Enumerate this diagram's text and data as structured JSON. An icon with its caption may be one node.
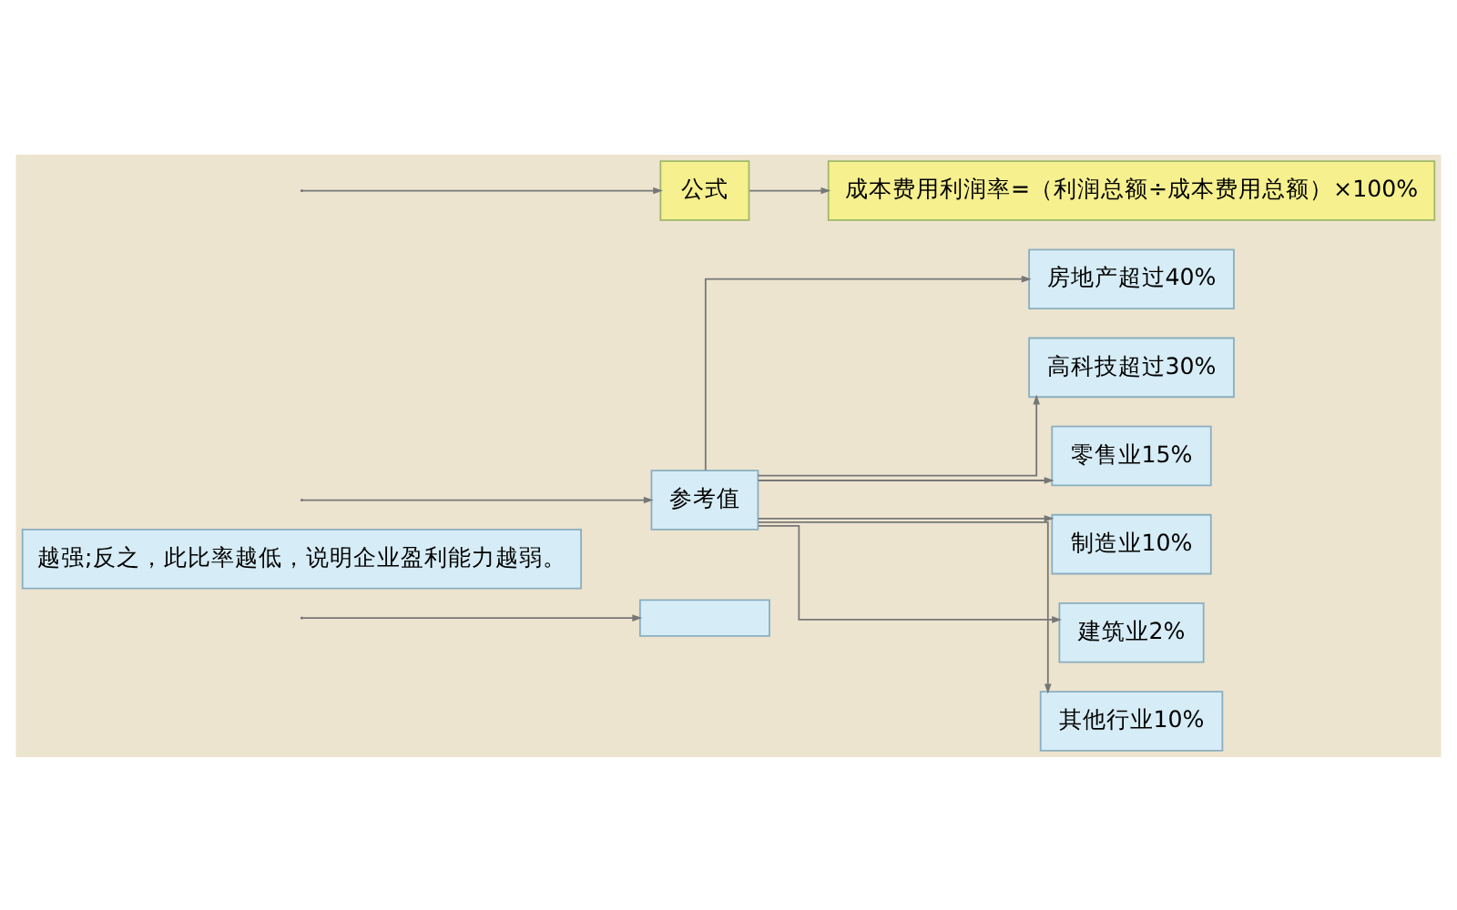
{
  "diagram": {
    "nodes": [
      {
        "text": [],
        "shape": "box"
      },
      {
        "text": [
          "越强;反之，此比率越低，说明企业盈利能力越弱。"
        ]
      },
      {
        "text": [
          "参考值"
        ]
      },
      {
        "text": [
          "房地产超过40%"
        ]
      },
      {
        "text": [
          "高科技超过30%"
        ]
      },
      {
        "text": [
          "零售业15%"
        ]
      },
      {
        "text": [
          "制造业10%"
        ]
      },
      {
        "text": [
          "建筑业2%"
        ]
      },
      {
        "text": [
          "其他行业10%"
        ]
      },
      {
        "text": [
          "公式"
        ]
      },
      {
        "text": [
          "成本费用利润率=（利润总额÷成本费用总额）×100%"
        ]
      }
    ],
    "edges": [
      {
        "from": null,
        "to": 0,
        "arrow": "to"
      },
      {
        "from": null,
        "to": 2,
        "arrow": "to"
      },
      {
        "from": 2,
        "to": 3,
        "arrow": "to"
      },
      {
        "from": 2,
        "to": 4,
        "arrow": "to"
      },
      {
        "from": 2,
        "to": 5,
        "arrow": "to"
      },
      {
        "from": 2,
        "to": 6,
        "arrow": "to"
      },
      {
        "from": 2,
        "to": 7,
        "arrow": "to"
      },
      {
        "from": 2,
        "to": 8,
        "arrow": "to"
      },
      {
        "from": null,
        "to": 9,
        "arrow": "to"
      },
      {
        "from": 9,
        "to": 10,
        "arrow": "to"
      }
    ]
  }
}
